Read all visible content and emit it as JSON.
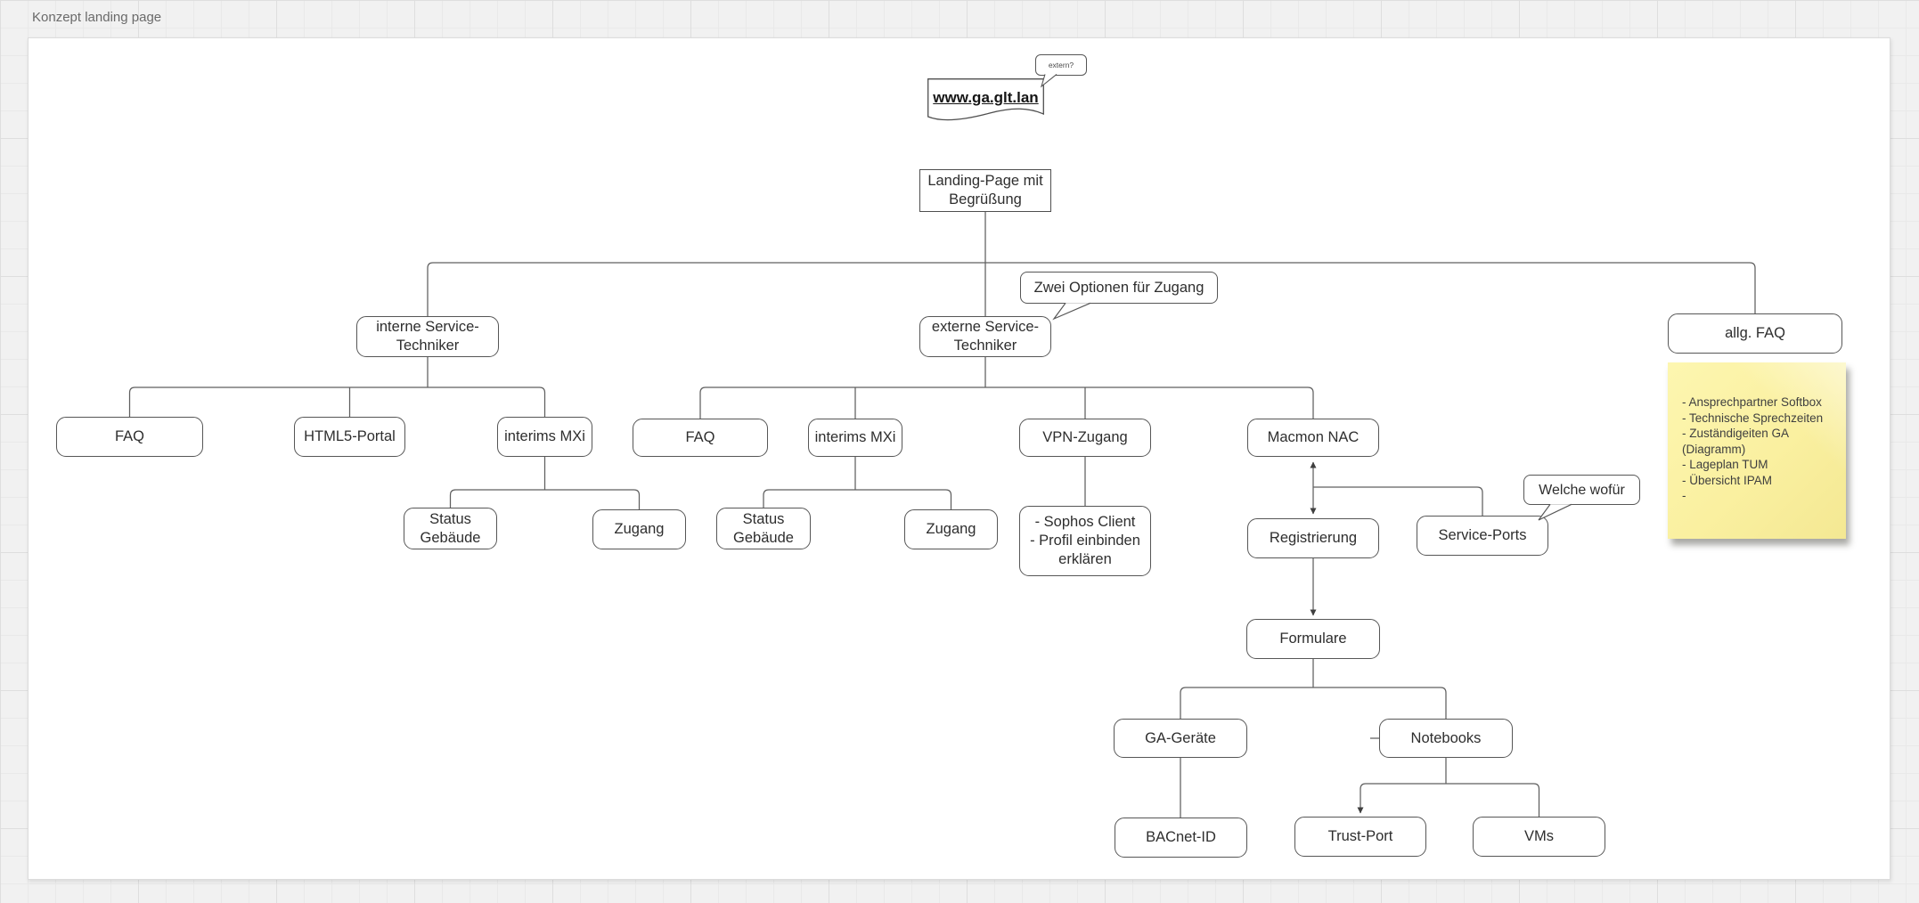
{
  "title": "Konzept landing page",
  "colors": {
    "canvas_bg": "#ffffff",
    "grid_bg": "#f1f1f1",
    "connector": "#5f5f5f",
    "node_border": "#565656",
    "note_bg": "#faf0a0",
    "text": "#2e2e2e"
  },
  "diagram": {
    "document_label": "www.ga.glt.lan",
    "callouts": {
      "extern": "extern?",
      "zwei_optionen": "Zwei Optionen für Zugang",
      "welche_wofur": "Welche wofür"
    },
    "nodes": {
      "landing": "Landing-Page mit\nBegrüßung",
      "interne": "interne Service-\nTechniker",
      "externe": "externe Service-\nTechniker",
      "allg_faq": "allg. FAQ",
      "faq_left": "FAQ",
      "html5_portal": "HTML5-Portal",
      "interims_mxi_left": "interims MXi",
      "status_gebaeude_left": "Status\nGebäude",
      "zugang_left": "Zugang",
      "faq_mid": "FAQ",
      "interims_mxi_mid": "interims MXi",
      "status_gebaeude_mid": "Status\nGebäude",
      "zugang_mid": "Zugang",
      "vpn_zugang": "VPN-Zugang",
      "sophos": "- Sophos Client\n- Profil einbinden\nerklären",
      "macmon_nac": "Macmon NAC",
      "registrierung": "Registrierung",
      "service_ports": "Service-Ports",
      "formulare": "Formulare",
      "ga_geraete": "GA-Geräte",
      "notebooks": "Notebooks",
      "bacnet_id": "BACnet-ID",
      "trust_port": "Trust-Port",
      "vms": "VMs"
    },
    "note_text": "- Ansprechpartner Softbox\n- Technische Sprechzeiten\n- Zuständigeiten GA\n(Diagramm)\n- Lageplan TUM\n- Übersicht IPAM\n-"
  }
}
